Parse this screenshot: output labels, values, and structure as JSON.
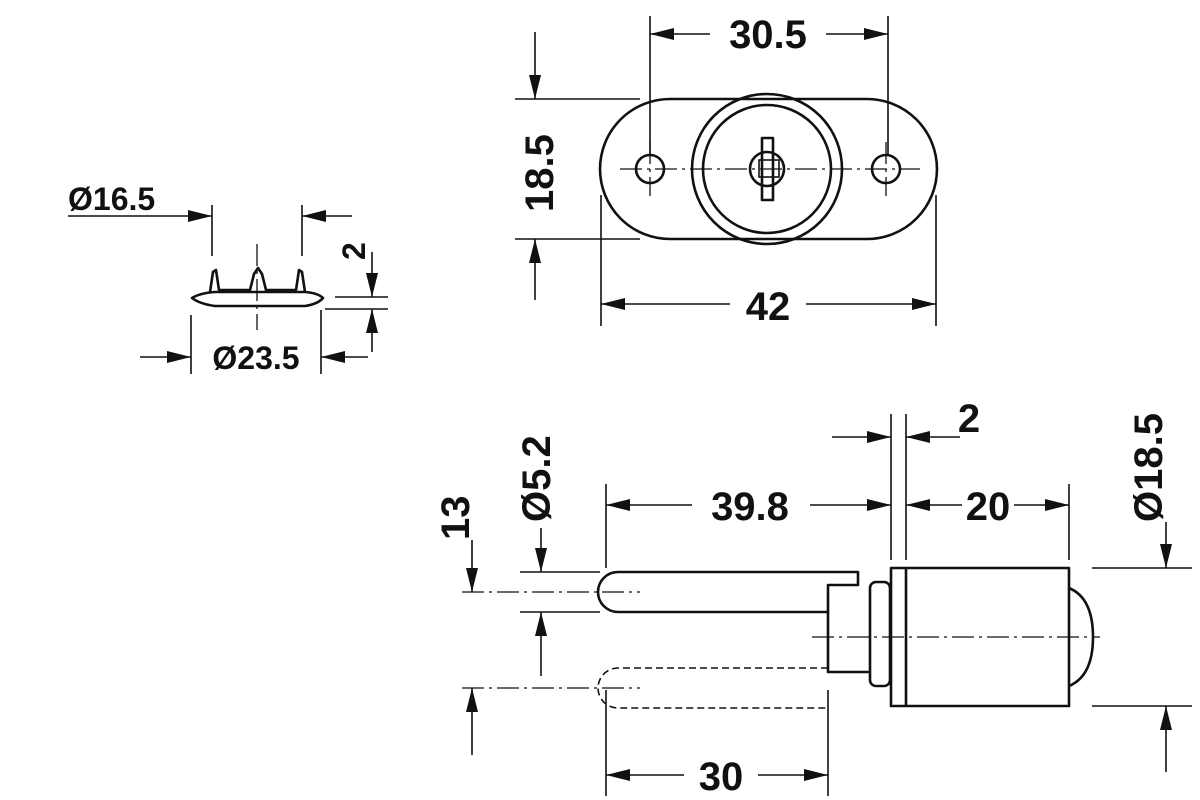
{
  "dimensions": {
    "cap_inner_diameter": "Ø16.5",
    "cap_outer_diameter": "Ø23.5",
    "cap_height": "2",
    "front_hole_spacing": "30.5",
    "front_height": "18.5",
    "front_length": "42",
    "plunger_diameter": "Ø5.2",
    "plunger_travel": "13",
    "plunger_length": "39.8",
    "flange_thickness": "2",
    "body_length": "20",
    "body_diameter": "Ø18.5",
    "stroke_length": "30"
  },
  "colors": {
    "line": "#111111",
    "background": "#ffffff"
  }
}
